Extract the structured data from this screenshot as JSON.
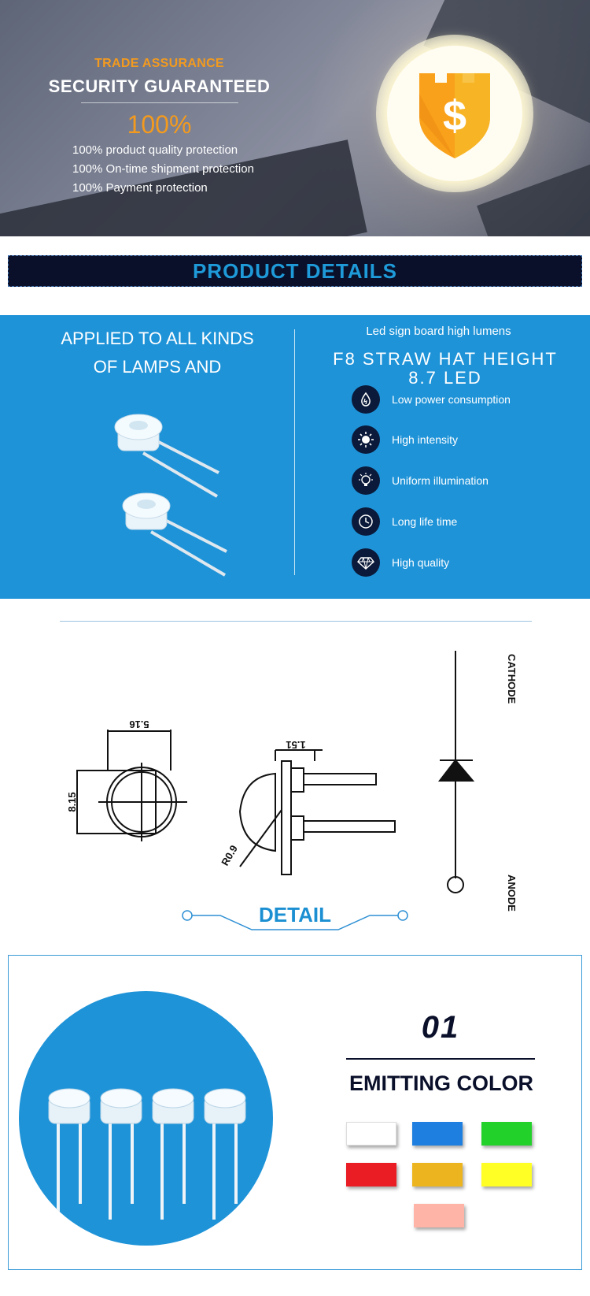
{
  "hero": {
    "trade_assurance": "TRADE ASSURANCE",
    "security": "SECURITY GUARANTEED",
    "percent": "100%",
    "lines": [
      "100% product quality protection",
      "100% On-time shipment protection",
      "100%  Payment protection"
    ],
    "badge_icon": "dollar-shield-icon",
    "accent_color": "#f39a1e"
  },
  "details_bar": {
    "title": "PRODUCT DETAILS"
  },
  "band": {
    "applied_line1": "APPLIED TO ALL KINDS",
    "applied_line2": "OF LAMPS AND",
    "subtitle": "Led sign board high lumens",
    "heading_line1": "F8 STRAW HAT HEIGHT",
    "heading_line2": "8.7 LED",
    "features": [
      {
        "label": "Low power consumption",
        "icon": "water-drop-icon"
      },
      {
        "label": "High intensity",
        "icon": "sun-icon"
      },
      {
        "label": "Uniform illumination",
        "icon": "bulb-icon"
      },
      {
        "label": "Long life time",
        "icon": "clock-icon"
      },
      {
        "label": "High quality",
        "icon": "diamond-icon"
      }
    ],
    "background": "#1e93d8"
  },
  "drawing": {
    "dim_top": "5.16",
    "dim_side": "8.15",
    "dim_lead": "1.51",
    "dim_radius": "R0.9",
    "cathode": "CATHODE",
    "anode": "ANODE"
  },
  "detail": {
    "ribbon": "DETAIL",
    "number": "01",
    "emitting": "EMITTING COLOR",
    "colors": [
      "#ffffff",
      "#1e7fe0",
      "#23d12b",
      "#ea1c24",
      "#ecb51f",
      "#ffff26",
      "#ffb4a8"
    ]
  }
}
